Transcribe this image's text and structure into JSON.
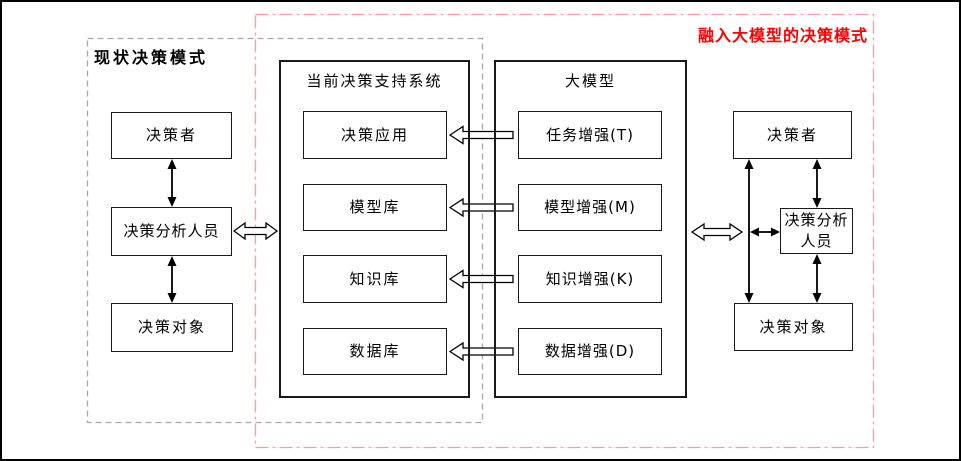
{
  "regions": {
    "left": {
      "title": "现状决策模式"
    },
    "right": {
      "title": "融入大模型的决策模式"
    }
  },
  "left_column": {
    "decision_maker": "决策者",
    "decision_analyst": "决策分析人员",
    "decision_object": "决策对象"
  },
  "dss": {
    "title": "当前决策支持系统",
    "boxes": [
      "决策应用",
      "模型库",
      "知识库",
      "数据库"
    ]
  },
  "llm": {
    "title": "大模型",
    "boxes": [
      "任务增强(T)",
      "模型增强(M)",
      "知识增强(K)",
      "数据增强(D)"
    ]
  },
  "right_column": {
    "decision_maker": "决策者",
    "decision_analyst": "决策分析人员",
    "decision_object": "决策对象"
  },
  "colors": {
    "left_region_border": "#a8a8a8",
    "right_region_border": "#ff9c9c",
    "right_title_red": "#ff0000",
    "box_border": "#1a1a1a",
    "arrow_black": "#000000"
  }
}
